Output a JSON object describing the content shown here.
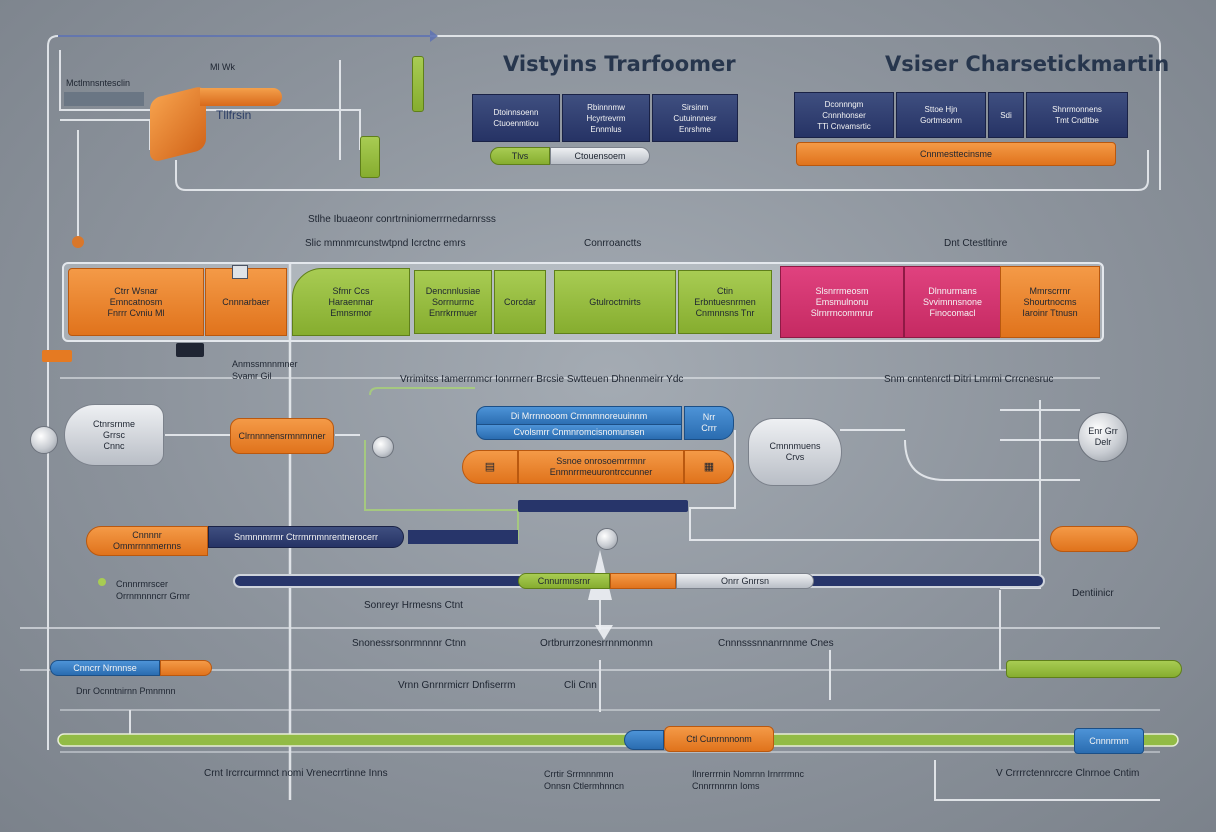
{
  "titles": {
    "left": "Vistyins Trarfoomer",
    "right": "Vsiser Charsetickmartin"
  },
  "top_left": {
    "label_a": "Ml Wk",
    "label_b": "Mctlmnsntesclin",
    "chip": "Tllfrsin"
  },
  "top_center_boxes": [
    "Dtoinnsoenn\nCtuoenmtiou",
    "Rbinnnmw\nHcyrtrevrm\nEnnmlus",
    "Sirsinm\nCutuinnnesr\nEnrshme"
  ],
  "top_center_bar": {
    "green": "Tlvs",
    "silver": "Ctouensoem"
  },
  "top_right_boxes": [
    "Dconnngm\nCnnnhonser\nTTi Cnvamsrtic",
    "Sttoe Hjn\nGortmsonm",
    "Sdi",
    "Shnrmonnens\nTmt Cndltbe"
  ],
  "top_right_bar": "Cnnmesttecinsme",
  "captions_mid": {
    "a": "Stlhe Ibuaeonr conrtrniniomerrrnedarnrsss",
    "b": "Slic mmnmrcunstwtpnd Icrctnc emrs",
    "c": "Conrroanctts",
    "d": "Dnt Ctestltinre"
  },
  "row1": {
    "orange_left": [
      "Ctrr Wsnar\nEmncatnosm\nFnrrr Cvniu Ml",
      "Cnnnarbaer"
    ],
    "green": [
      "Sfmr Ccs\nHaraenmar\nEmnsrmor",
      "Dencnnlusiae\nSorrnurmc\nEnrrkrrmuer",
      "Corcdar",
      "Gtulroctrnirts"
    ],
    "green_right": "Ctin\nErbntuesnrmen\nCnmnnsns Tnr",
    "pink": "Slsnrrmeosm\nEmsmulnonu\nSlrnrrncommrur",
    "orange_right": [
      "Dlnnurmans\nSvvimnnsnone\nFinocomacl",
      "Mmrscrrnr\nShourtnocms\nIaroinr Ttnusn"
    ]
  },
  "captions_row1_below": {
    "a": "Anmssmnnmner\nSvamr Gil",
    "b": "Vrrimitss Iamerrnmcr Ionrrnerr Brcsie Swtteuen Dhnenmeirr Ydc",
    "c": "Snm cnntenrctl Ditri Lmrmi Crrcnesruc"
  },
  "center": {
    "blue_main": "Di Mrrnnooom Crmnmnoreuuinnm",
    "blue_sub": "Cvolsmrr Cnmnromcisnomunsen",
    "blue_right": "Nrr\nCrrr",
    "orange_main": "Ssnoe onrosoemrrmnr\nEnmnrrmeuurontrccunner",
    "lens_left": "Ctnrsrnme\nGrrsc\nCnnc",
    "lens_right": "Cmnnmuens\nCrvs",
    "orange_pill": "Clrnnnnensrmnmnner",
    "disc": "Enr Grr\nDelr"
  },
  "row_mid": {
    "orange_left": "Cnnnnr\nOmmrrnnmernns",
    "navy_long": "Snmnnmrmr Ctrrmrnmnrentnerocerr",
    "bar_green": "Cnnurmnsrnr",
    "bar_silver": "Onrr Gnrrsn"
  },
  "captions_lower": {
    "a": "Cnnnrmrscer\nOrrnmnnncrr Grmr",
    "b": "Sonreyr Hrmesns Ctnt",
    "c": "Dentiinicr",
    "d": "Snonessrsonrmnnnr Ctnn",
    "e": "Ortbrurrzonesrrnnmonmn",
    "f": "Cnnnsssnnanrnnme Cnes",
    "g": "Vrnn Gnrnrmicrr Dnfiserrm",
    "h": "Cli Cnn"
  },
  "bottom_left": {
    "blue": "Cnncrr Nrnnnse",
    "caption": "Dnr Ocnntnirnn Pmnmnn"
  },
  "bottom_bar_badge": "Ctl Cunrnnnonm",
  "bottom_right_box": "Cnnnrmm",
  "bottom_captions": {
    "a": "Crnt Ircrrcurmnct nomi Vrenecrrtinne Inns",
    "b": "Crrtir Srrmnnmnn\nOnnsn Ctlermhnncn",
    "c": "Ilnrerrrnin Nomrnn Irnrrrmnc\nCnnrrnnrnn Ioms",
    "d": "V Crrrrctennrccre Clnrnoe Cntim"
  },
  "colors": {
    "navy": "#263365",
    "orange": "#e57a22",
    "green": "#8db336",
    "pink": "#cc2f6a",
    "blue": "#2f72b6",
    "background": "#8c939c"
  },
  "icons": [
    "shield-icon",
    "cube-icon",
    "chip-icon",
    "lens-icon",
    "disc-icon",
    "arrow-icon",
    "plug-icon"
  ]
}
